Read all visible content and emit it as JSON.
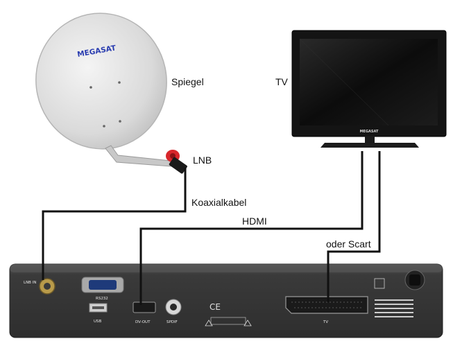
{
  "labels": {
    "dish": "Spiegel",
    "tv": "TV",
    "lnb": "LNB",
    "coax": "Koaxialkabel",
    "hdmi": "HDMI",
    "scart": "oder Scart"
  },
  "dish_brand": "MEGASAT",
  "tv_brand": "MEGASAT",
  "receiver_ports": {
    "lnb_in": "LNB IN",
    "rs232": "RS232",
    "usb": "USB",
    "hdmi_out": "DV-OUT",
    "spdif": "SPDIF",
    "scart": "TV"
  },
  "colors": {
    "cable": "#111111",
    "dish": "#dcdcdc",
    "receiver": "#3c3c3c",
    "brand": "#2a3db0",
    "lnb_red": "#d8262b"
  }
}
